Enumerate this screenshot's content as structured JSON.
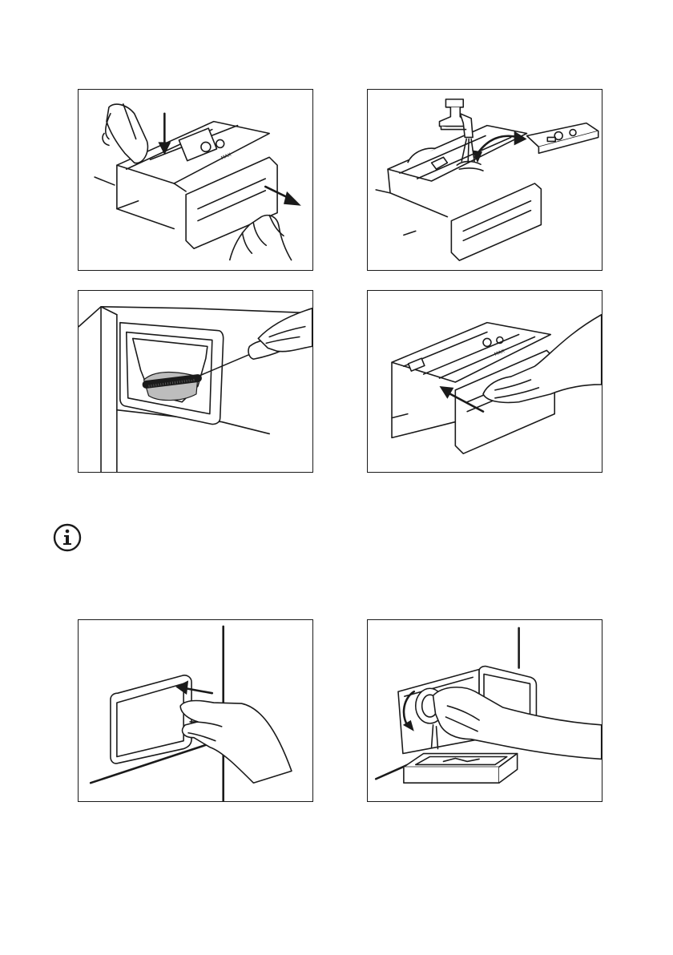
{
  "figures": [
    {
      "id": "remove-dispenser",
      "icon": "dispenser-pull-out-illustration"
    },
    {
      "id": "rinse-dispenser",
      "icon": "dispenser-rinse-tap-illustration"
    },
    {
      "id": "brush-recess",
      "icon": "brush-clean-recess-illustration"
    },
    {
      "id": "insert-dispenser",
      "icon": "dispenser-push-in-illustration"
    },
    {
      "id": "open-filter-door",
      "icon": "filter-door-open-illustration"
    },
    {
      "id": "drain-filter",
      "icon": "filter-drain-tray-illustration"
    }
  ],
  "dispenser_label": "MAX",
  "info_icon": "info-icon"
}
